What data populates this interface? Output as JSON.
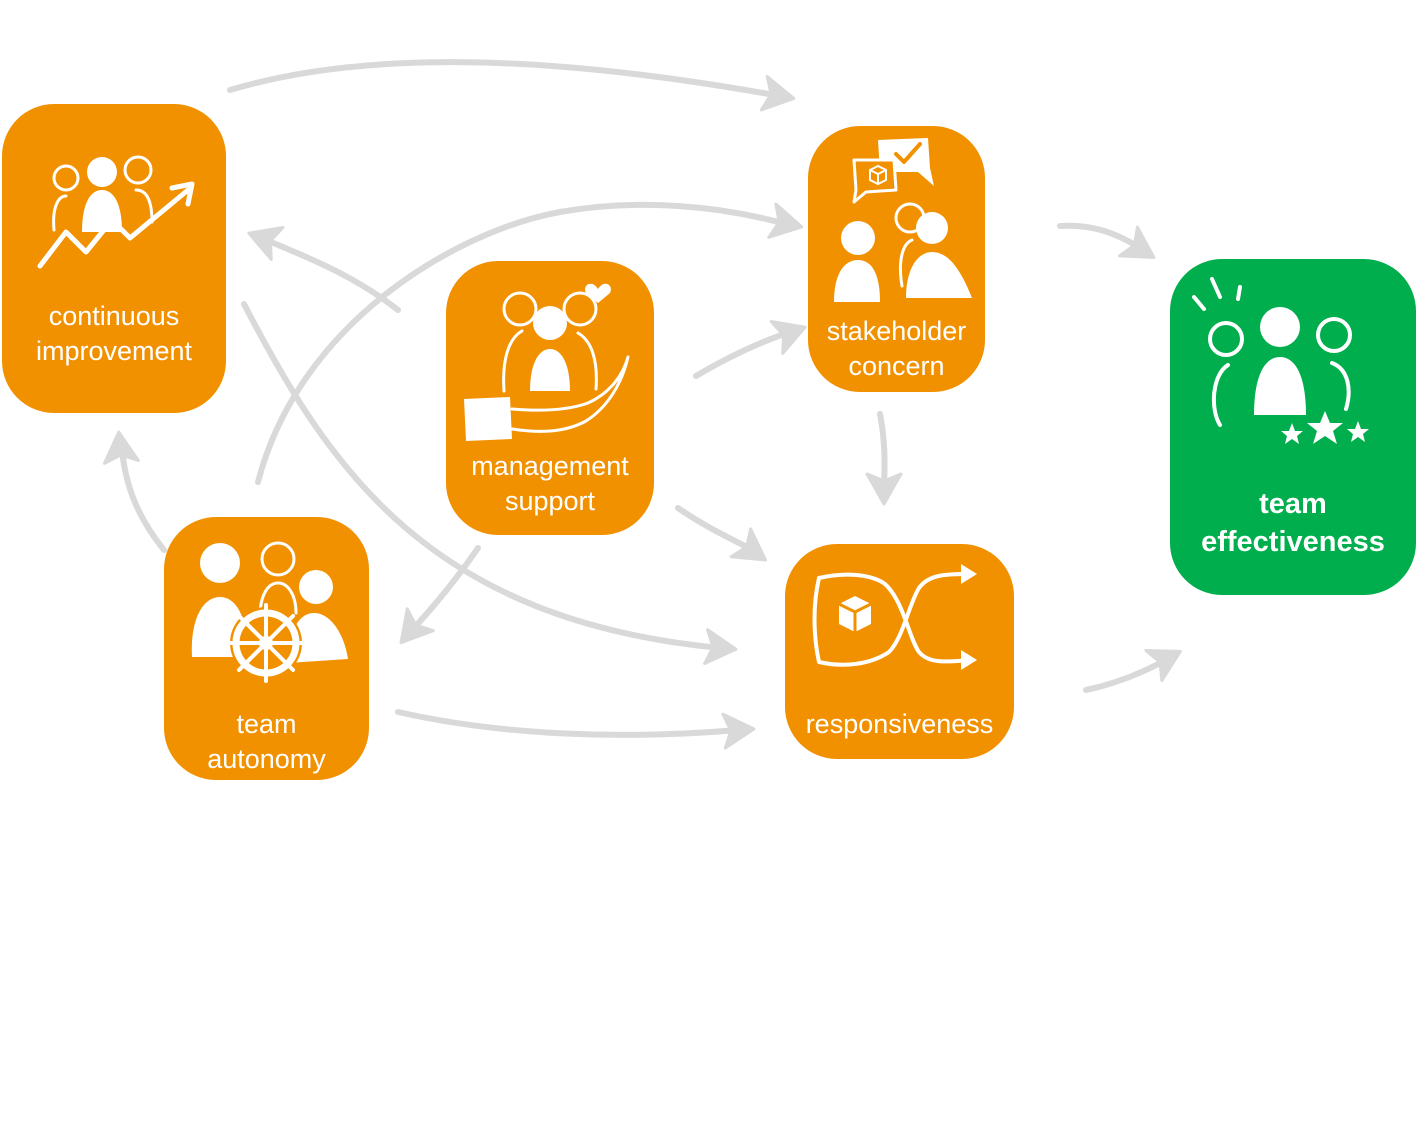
{
  "colors": {
    "orange": "#f29100",
    "green": "#00ae4d",
    "arrow": "#d9d9d9",
    "white": "#ffffff"
  },
  "nodes": {
    "continuous_improvement": {
      "line1": "continuous",
      "line2": "improvement",
      "icon": "team-growth-chart-icon"
    },
    "management_support": {
      "line1": "management",
      "line2": "support",
      "icon": "caring-hand-team-icon"
    },
    "stakeholder_concern": {
      "line1": "stakeholder",
      "line2": "concern",
      "icon": "stakeholder-dialogue-icon"
    },
    "team_autonomy": {
      "line1": "team",
      "line2": "autonomy",
      "icon": "team-ship-wheel-icon"
    },
    "responsiveness": {
      "line1": "responsiveness",
      "icon": "adaptive-flow-icon"
    },
    "team_effectiveness": {
      "line1": "team",
      "line2": "effectiveness",
      "icon": "rated-team-icon"
    }
  },
  "edges": [
    {
      "from": "continuous_improvement",
      "to": "stakeholder_concern"
    },
    {
      "from": "continuous_improvement",
      "to": "responsiveness"
    },
    {
      "from": "management_support",
      "to": "continuous_improvement"
    },
    {
      "from": "management_support",
      "to": "stakeholder_concern"
    },
    {
      "from": "management_support",
      "to": "responsiveness"
    },
    {
      "from": "management_support",
      "to": "team_autonomy"
    },
    {
      "from": "team_autonomy",
      "to": "continuous_improvement"
    },
    {
      "from": "team_autonomy",
      "to": "stakeholder_concern"
    },
    {
      "from": "team_autonomy",
      "to": "responsiveness"
    },
    {
      "from": "stakeholder_concern",
      "to": "responsiveness"
    },
    {
      "from": "stakeholder_concern",
      "to": "team_effectiveness"
    },
    {
      "from": "responsiveness",
      "to": "team_effectiveness"
    }
  ]
}
